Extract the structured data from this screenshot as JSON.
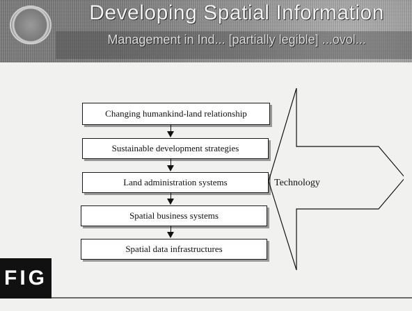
{
  "header": {
    "title_line1": "Developing Spatial Information",
    "title_line2": "Management in Ind... [partially legible] ...ovol..."
  },
  "diagram": {
    "steps": [
      "Changing humankind-land relationship",
      "Sustainable development strategies",
      "Land administration systems",
      "Spatial business systems",
      "Spatial data infrastructures"
    ],
    "side_label": "Technology"
  },
  "logo": {
    "text": "FIG"
  },
  "colors": {
    "banner": "#8c8c8c",
    "box_border": "#1a1a1a",
    "background": "#f1f1ef"
  }
}
